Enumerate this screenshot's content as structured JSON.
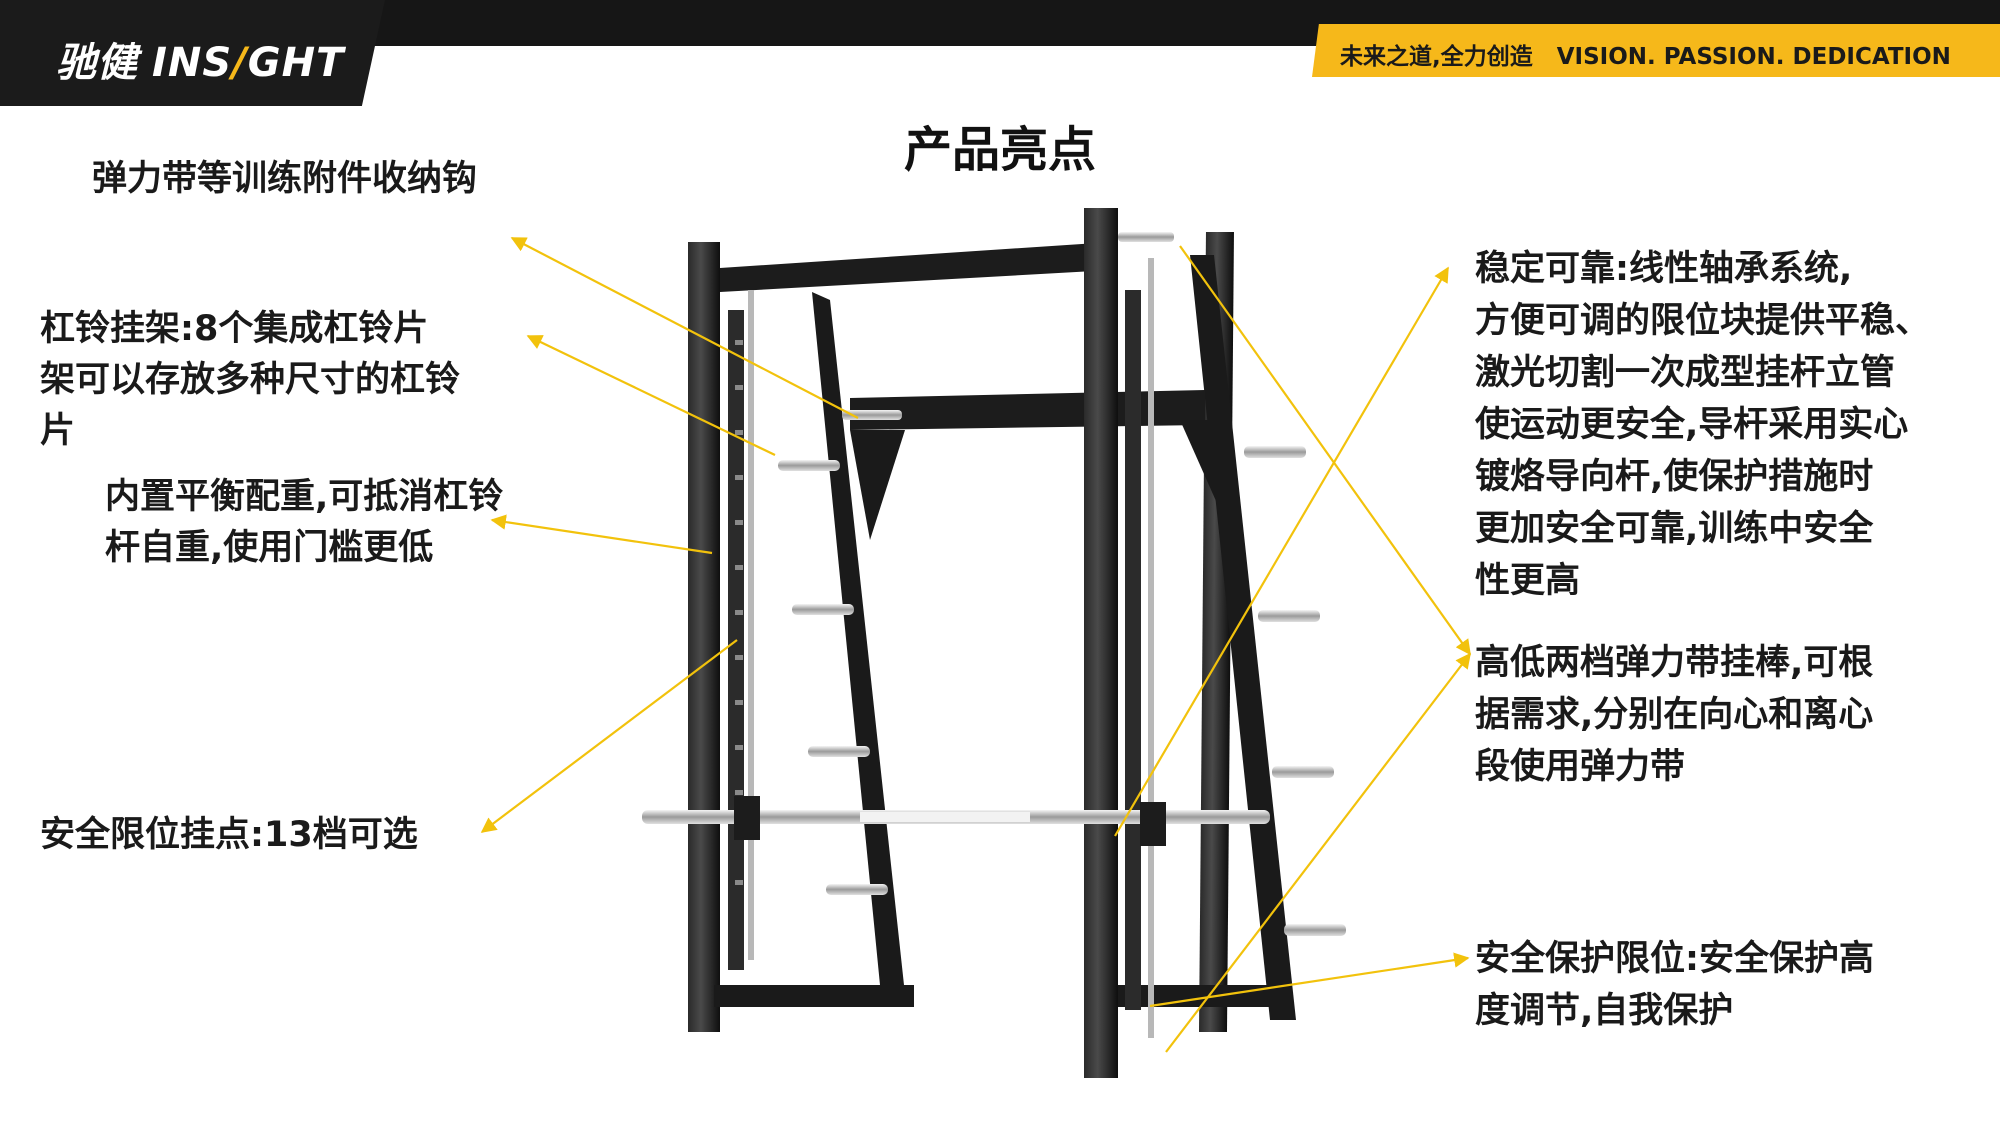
{
  "brand": {
    "cn": "驰健",
    "en_pre": "INS",
    "en_bolt": "/",
    "en_post": "GHT"
  },
  "slogan": {
    "cn": "未来之道,全力创造",
    "en": "VISION. PASSION. DEDICATION"
  },
  "title": "产品亮点",
  "colors": {
    "accent": "#f6b81a",
    "dark": "#161616",
    "arrow": "#f2c20c"
  },
  "labels": {
    "hook": "弹力带等训练附件收纳钩",
    "plate_rack_1": "杠铃挂架:8个集成杠铃片",
    "plate_rack_2": "架可以存放多种尺寸的杠铃",
    "plate_rack_3": "片",
    "counterweight_1": "内置平衡配重,可抵消杠铃",
    "counterweight_2": "杆自重,使用门槛更低",
    "safety_points": "安全限位挂点:13档可选",
    "stable_1": "稳定可靠:线性轴承系统,",
    "stable_2": "方便可调的限位块提供平稳、",
    "stable_3": "激光切割一次成型挂杆立管",
    "stable_4": "使运动更安全,导杆采用实心",
    "stable_5": "镀烙导向杆,使保护措施时",
    "stable_6": "更加安全可靠,训练中安全",
    "stable_7": "性更高",
    "band_1": "高低两档弹力带挂棒,可根",
    "band_2": "据需求,分别在向心和离心",
    "band_3": "段使用弹力带",
    "protect_1": "安全保护限位:安全保护高",
    "protect_2": "度调节,自我保护"
  }
}
